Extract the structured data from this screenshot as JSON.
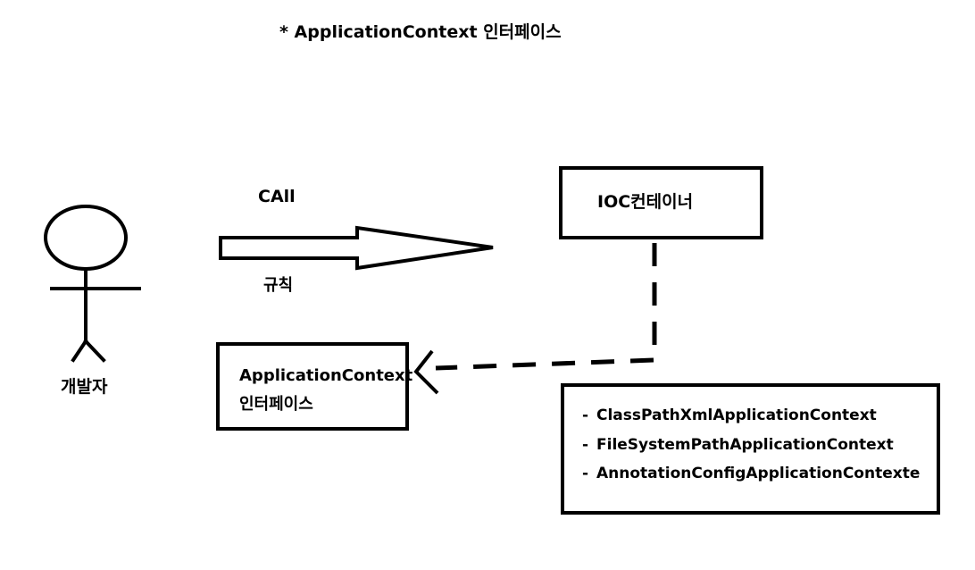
{
  "title": "* ApplicationContext 인터페이스",
  "actor": {
    "label": "개발자"
  },
  "arrow": {
    "top_label": "CAll",
    "bottom_label": "규칙"
  },
  "ioc_container": {
    "label": "IOC컨테이너"
  },
  "application_context_box": {
    "line1": "ApplicationContext",
    "line2": "인터페이스"
  },
  "implementations": [
    {
      "bullet": "-",
      "name": "ClassPathXmlApplicationContext"
    },
    {
      "bullet": "-",
      "name": "FileSystemPathApplicationContext"
    },
    {
      "bullet": "-",
      "name": "AnnotationConfigApplicationContexte"
    }
  ],
  "colors": {
    "stroke": "#000000",
    "background": "#ffffff"
  }
}
